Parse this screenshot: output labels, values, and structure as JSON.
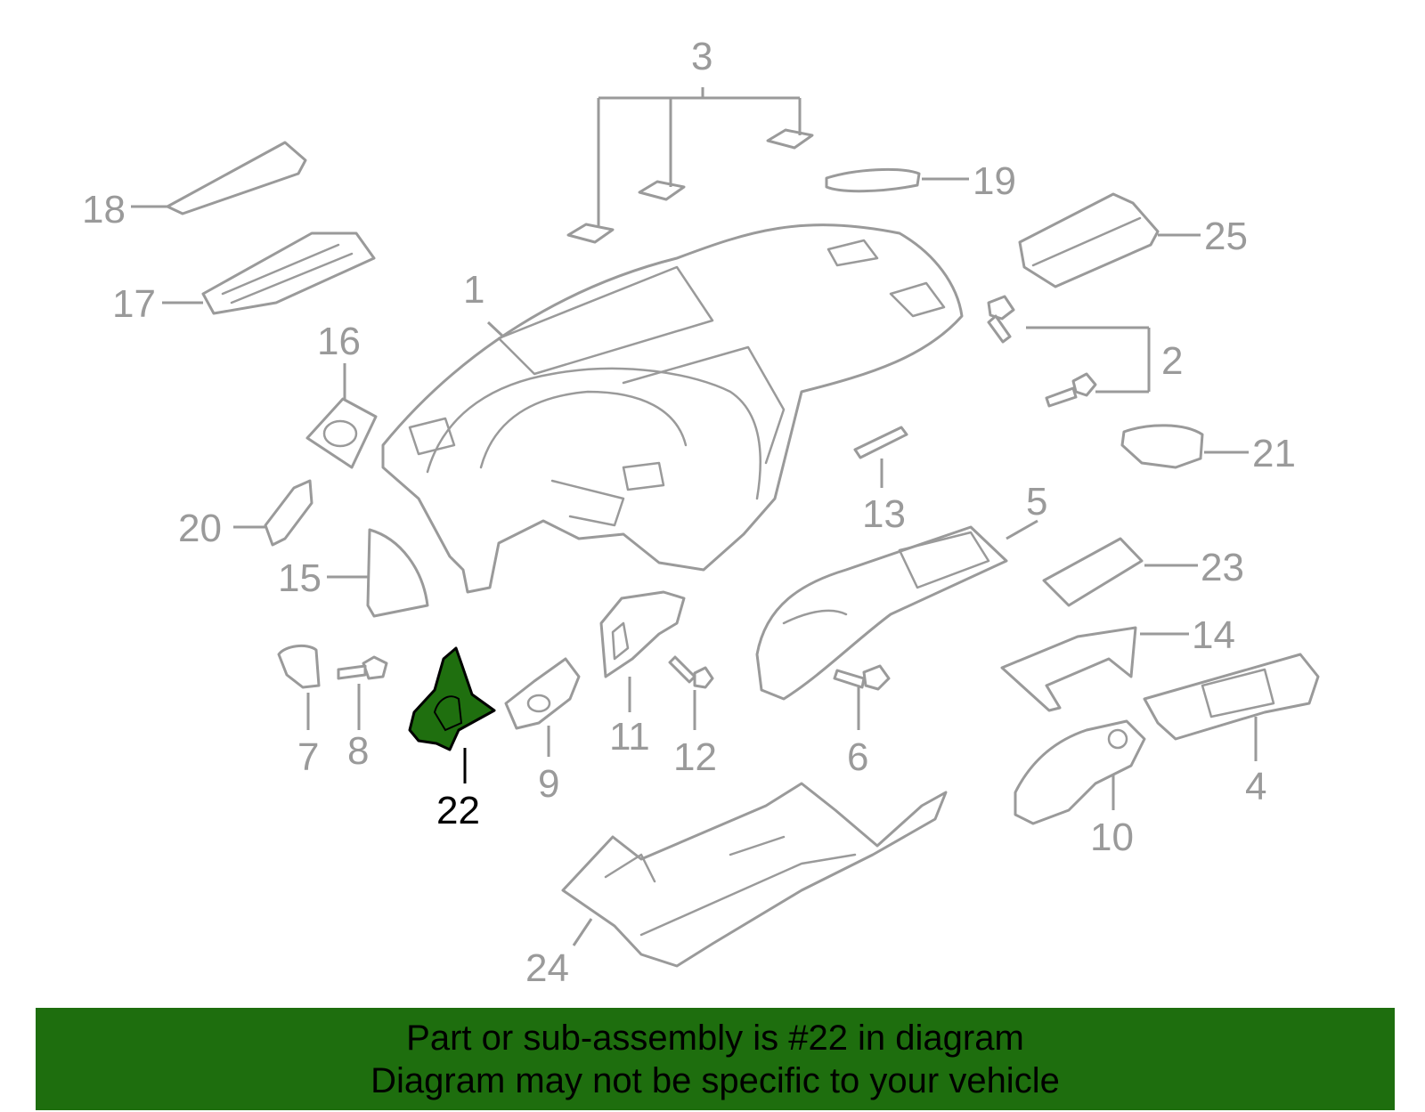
{
  "diagram": {
    "callouts": [
      {
        "id": "1",
        "label": "1"
      },
      {
        "id": "2",
        "label": "2"
      },
      {
        "id": "3",
        "label": "3"
      },
      {
        "id": "4",
        "label": "4"
      },
      {
        "id": "5",
        "label": "5"
      },
      {
        "id": "6",
        "label": "6"
      },
      {
        "id": "7",
        "label": "7"
      },
      {
        "id": "8",
        "label": "8"
      },
      {
        "id": "9",
        "label": "9"
      },
      {
        "id": "10",
        "label": "10"
      },
      {
        "id": "11",
        "label": "11"
      },
      {
        "id": "12",
        "label": "12"
      },
      {
        "id": "13",
        "label": "13"
      },
      {
        "id": "14",
        "label": "14"
      },
      {
        "id": "15",
        "label": "15"
      },
      {
        "id": "16",
        "label": "16"
      },
      {
        "id": "17",
        "label": "17"
      },
      {
        "id": "18",
        "label": "18"
      },
      {
        "id": "19",
        "label": "19"
      },
      {
        "id": "20",
        "label": "20"
      },
      {
        "id": "21",
        "label": "21"
      },
      {
        "id": "22",
        "label": "22"
      },
      {
        "id": "23",
        "label": "23"
      },
      {
        "id": "24",
        "label": "24"
      },
      {
        "id": "25",
        "label": "25"
      }
    ],
    "highlighted_part": "22",
    "colors": {
      "line": "#9a9a9a",
      "highlight_fill": "#1f6f0f",
      "highlight_outline": "#000000",
      "banner": "#1e6e0e"
    }
  },
  "banner": {
    "line1": "Part or sub-assembly is #22 in diagram",
    "line2": "Diagram may not be specific to your vehicle"
  }
}
